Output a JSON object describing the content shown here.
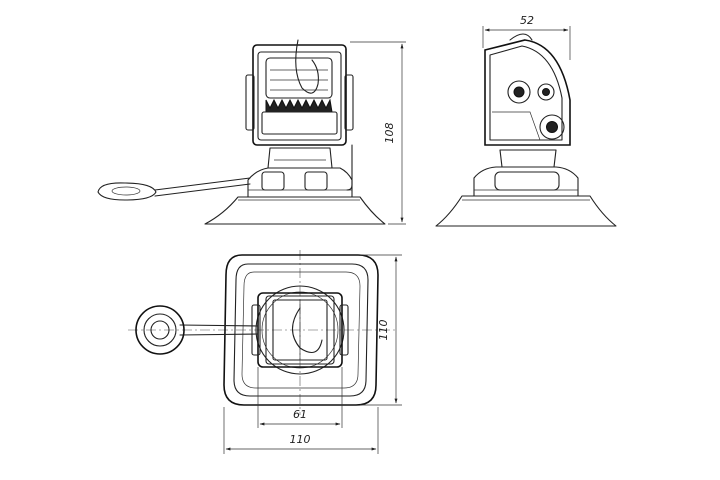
{
  "dimensions": {
    "side_height": "108",
    "front_width": "52",
    "top_height": "110",
    "top_inner_width": "61",
    "top_width": "110"
  }
}
